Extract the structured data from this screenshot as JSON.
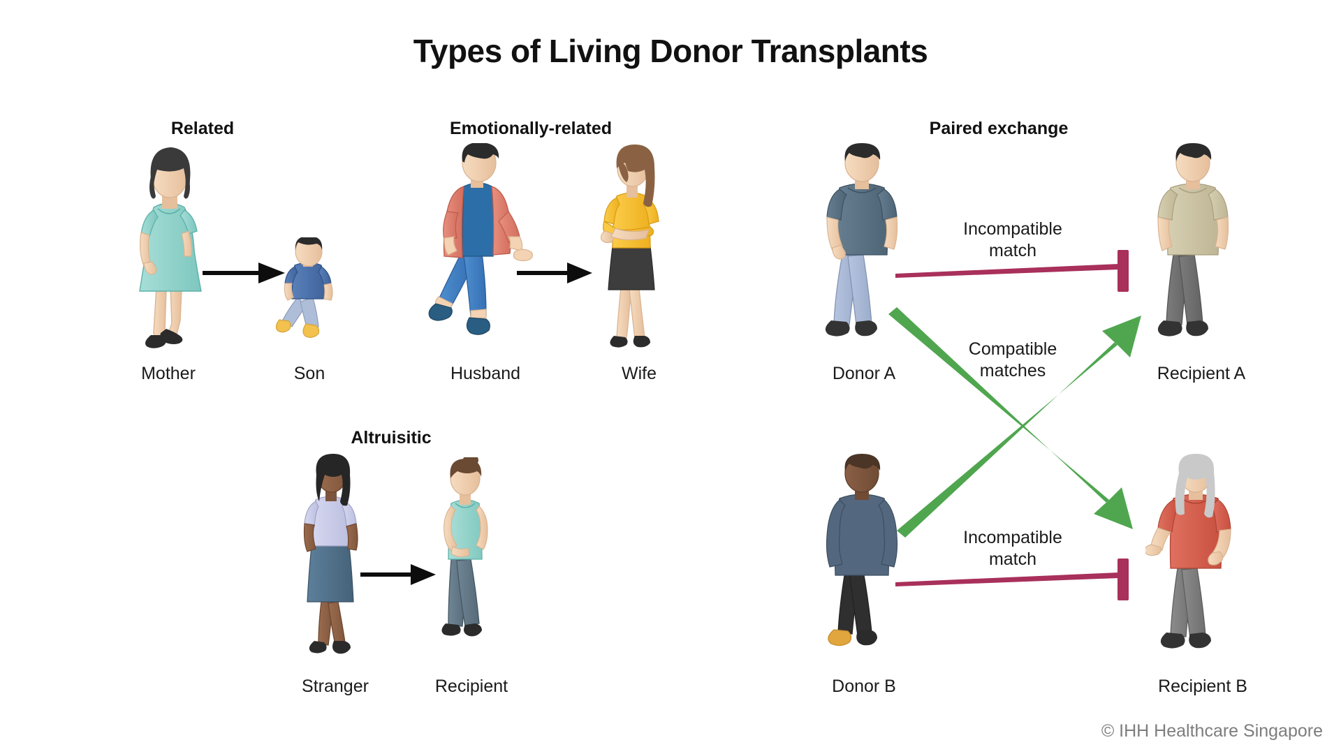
{
  "title": "Types of Living Donor Transplants",
  "footer": {
    "copyright": "© IHH Healthcare Singapore"
  },
  "sections": {
    "related": {
      "heading": "Related",
      "donor_label": "Mother",
      "recipient_label": "Son",
      "arrow": "black-arrow-right"
    },
    "emotionally_related": {
      "heading": "Emotionally-related",
      "donor_label": "Husband",
      "recipient_label": "Wife",
      "arrow": "black-arrow-right"
    },
    "altruistic": {
      "heading": "Altruisitic",
      "donor_label": "Stranger",
      "recipient_label": "Recipient",
      "arrow": "black-arrow-right"
    },
    "paired_exchange": {
      "heading": "Paired exchange",
      "donor_a_label": "Donor A",
      "recipient_a_label": "Recipient A",
      "donor_b_label": "Donor B",
      "recipient_b_label": "Recipient B",
      "incompatible_a": "Incompatible\nmatch",
      "incompatible_a_line1": "Incompatible",
      "incompatible_a_line2": "match",
      "incompatible_b_line1": "Incompatible",
      "incompatible_b_line2": "match",
      "compatible_line1": "Compatible",
      "compatible_line2": "matches"
    }
  },
  "colors": {
    "incompatible": "#A8305A",
    "compatible": "#4FA64F",
    "arrow_black": "#0d0d0d",
    "title_text": "#111111",
    "footer_text": "#7d7d7d",
    "skin": "#f3d3b3",
    "skin_shadow": "#e3bb98",
    "hair_dark": "#3a3a3a",
    "hair_brown": "#8a6243",
    "hair_gray": "#c9c9c9",
    "mother_dress": "#8fd4cc",
    "son_shirt": "#4a6fa8",
    "son_pants": "#aebdd8",
    "son_shoes": "#f2c14e",
    "husband_jacket": "#e08070",
    "husband_tee": "#2c6fa8",
    "husband_jeans": "#3e7fc4",
    "husband_shoes": "#2a5d82",
    "wife_top": "#f5c02f",
    "wife_skirt": "#3d3d3d",
    "stranger_top": "#c9cbe8",
    "stranger_skirt": "#4f6f8a",
    "recipient_top": "#8fd4cc",
    "recipient_pants": "#5f7483",
    "donor_a_tee": "#5a7082",
    "donor_a_jeans": "#a8b8d8",
    "recipient_a_tee": "#cbc3a4",
    "recipient_a_pants": "#6d6d6d",
    "donor_b_dress": "#53687e",
    "donor_b_pants": "#2f2f2f",
    "donor_b_shoes": "#e2a63e",
    "recipient_b_tee": "#d9604f",
    "recipient_b_pants": "#7a7a7a",
    "shoe_dark": "#2b2b2b"
  }
}
